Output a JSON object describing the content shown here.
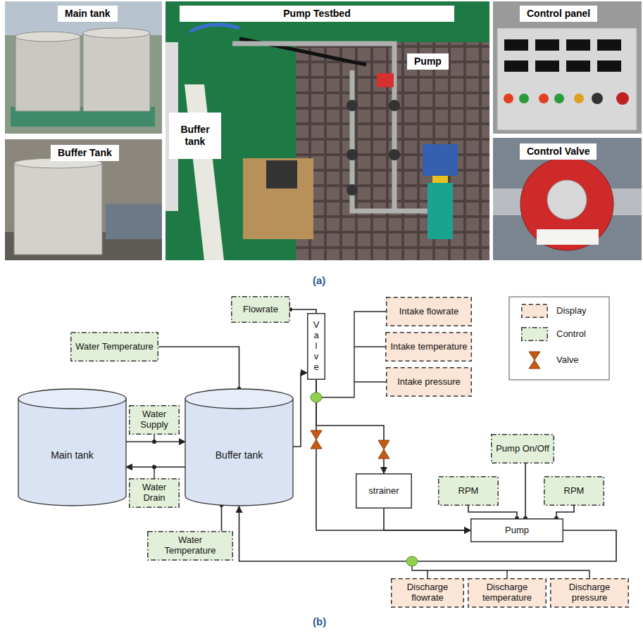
{
  "diagram": {
    "nodes": [
      {
        "text": [
          "Main tank"
        ]
      },
      {
        "text": [
          "Water Temperature"
        ]
      },
      {
        "text": [
          "Water Supply"
        ]
      },
      {
        "text": [
          "Buffer tank"
        ]
      },
      {
        "text": [
          "Water Drain"
        ]
      },
      {
        "text": [
          "Water Temperature"
        ]
      },
      {
        "text": [
          "Flowrate"
        ]
      },
      {
        "text": [
          "Valve"
        ]
      },
      {
        "text": [
          "Intake flowrate"
        ]
      },
      {
        "text": [
          "Intake temperature"
        ]
      },
      {
        "text": [
          "Intake pressure"
        ]
      },
      {
        "text": [
          "strainer"
        ]
      },
      {
        "text": [
          "RPM"
        ]
      },
      {
        "text": [
          "Pump On/Off"
        ]
      },
      {
        "text": [
          "RPM"
        ]
      },
      {
        "text": [
          "Pump"
        ]
      },
      {
        "text": [
          "Discharge flowrate"
        ]
      },
      {
        "text": [
          "Discharge temperature"
        ]
      },
      {
        "text": [
          "Discharge pressure"
        ]
      }
    ],
    "edges": [
      {
        "from": 1,
        "to": 3,
        "arrow": "none"
      },
      {
        "from": 0,
        "to": 3,
        "arrow": "to"
      },
      {
        "from": 3,
        "to": 0,
        "arrow": "to"
      },
      {
        "from": 5,
        "to": 3,
        "arrow": "none"
      },
      {
        "from": 3,
        "to": 7,
        "arrow": "to"
      },
      {
        "from": 6,
        "to": 7,
        "arrow": "none"
      },
      {
        "from": 7,
        "to": 15,
        "arrow": "to"
      },
      {
        "from": 7,
        "to": 11,
        "arrow": "to"
      },
      {
        "from": 11,
        "to": 15,
        "arrow": "to"
      },
      {
        "from": 12,
        "to": 15,
        "arrow": "none"
      },
      {
        "from": 13,
        "to": 15,
        "arrow": "none"
      },
      {
        "from": 14,
        "to": 15,
        "arrow": "none"
      },
      {
        "from": 15,
        "to": 3,
        "arrow": "to"
      }
    ],
    "labels": [
      "Main tank",
      "Buffer Tank",
      "Pump Testbed",
      "Buffer tank",
      "Pump",
      "Control panel",
      "Control Valve",
      "(a)",
      "(b)"
    ],
    "legend": [
      {
        "text": "Display",
        "color": "#fbe5d6"
      },
      {
        "text": "Control",
        "color": "#e2f0d9"
      },
      {
        "text": "Valve"
      }
    ]
  }
}
